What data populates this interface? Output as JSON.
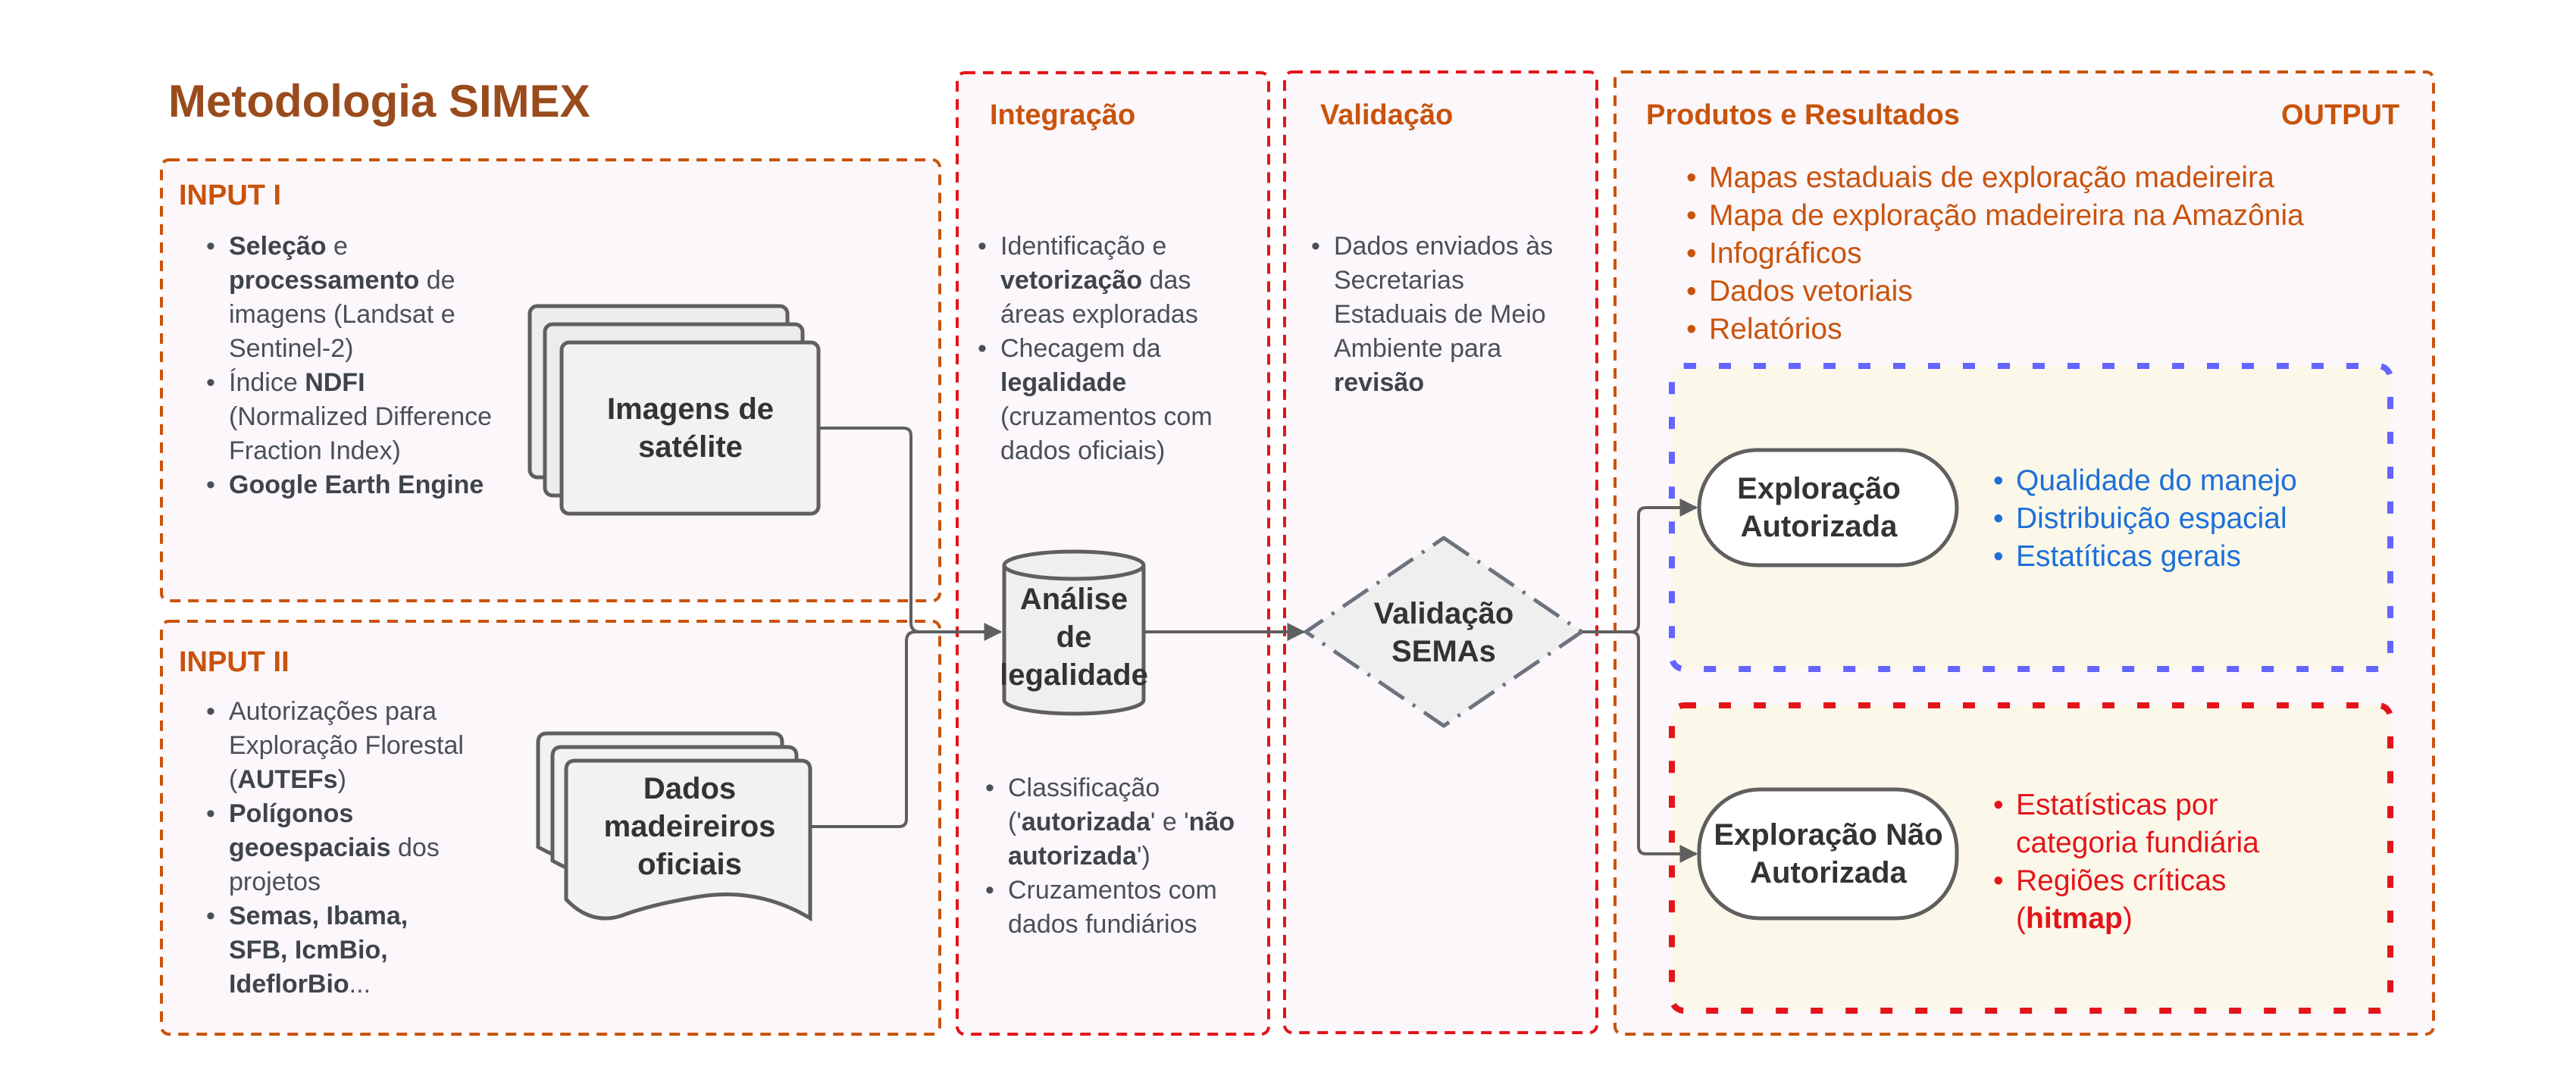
{
  "title": "Metodologia SIMEX",
  "input1": {
    "heading": "INPUT I",
    "items": [
      {
        "b1": "Seleção",
        "t1": " e ",
        "b2": "processamento",
        "t2": " de imagens (Landsat e Sentinel-2)"
      },
      {
        "t0": "Índice ",
        "b1": "NDFI",
        "t1": " (Normalized Difference Fraction Index)"
      },
      {
        "b1": "Google Earth Engine"
      }
    ],
    "node_label": "Imagens de satélite"
  },
  "input2": {
    "heading": "INPUT II",
    "items": [
      {
        "t0": "Autorizações para Exploração Florestal (",
        "b1": "AUTEFs",
        "t1": ")"
      },
      {
        "b1": "Polígonos geoespaciais",
        "t1": " dos projetos"
      },
      {
        "b1": "Semas, Ibama, SFB, IcmBio, IdeflorBio",
        "t1": "..."
      }
    ],
    "node_label": "Dados madeireiros oficiais"
  },
  "integracao": {
    "heading": "Integração",
    "items_top": [
      {
        "t0": "Identificação e ",
        "b1": "vetorização",
        "t1": " das áreas exploradas"
      },
      {
        "t0": "Checagem da ",
        "b1": "legalidade",
        "t1": " (cruzamentos com dados oficiais)"
      }
    ],
    "node_label": "Análise de legalidade",
    "items_bottom": [
      {
        "t0": "Classificação ('",
        "b1": "autorizada",
        "t1": "' e '",
        "b2": "não autorizada",
        "t2": "')"
      },
      {
        "t0": "Cruzamentos com dados fundiários"
      }
    ]
  },
  "validacao": {
    "heading": "Validação",
    "items": [
      {
        "t0": "Dados enviados às Secretarias Estaduais de Meio Ambiente para ",
        "b1": "revisão"
      }
    ],
    "node_label": "Validação SEMAs"
  },
  "output": {
    "heading": "Produtos e Resultados",
    "tag": "OUTPUT",
    "items": [
      "Mapas estaduais de exploração madeireira",
      "Mapa de exploração madeireira na Amazônia",
      "Infográficos",
      "Dados vetoriais",
      "Relatórios"
    ],
    "authorized": {
      "node_label": "Exploração Autorizada",
      "items": [
        "Qualidade do manejo",
        "Distribuição espacial",
        "Estatíticas gerais"
      ]
    },
    "unauthorized": {
      "node_label": "Exploração Não Autorizada",
      "items": [
        {
          "t0": "Estatísticas por categoria fundiária"
        },
        {
          "t0": "Regiões críticas (",
          "b1": "hitmap",
          "t1": ")"
        }
      ]
    }
  },
  "colors": {
    "title": "#9a4b1d",
    "heading": "#c9530c",
    "panel_border_orange": "#c9530c",
    "panel_border_red": "#e3151a",
    "authorized_border": "#6464ff",
    "authorized_text": "#1e6fd9",
    "unauthorized_border": "#e3151a",
    "unauthorized_text": "#e3151a",
    "panel_fill": "#fbf7fb",
    "result_fill": "#fbf8ea",
    "node_stroke": "#5f5f5f",
    "node_fill": "#f1f2f4",
    "body_text": "#4a4f58"
  }
}
